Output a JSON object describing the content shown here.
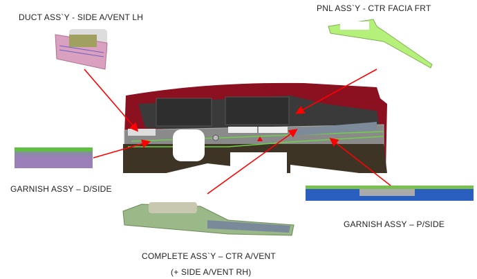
{
  "labels": {
    "duct_lh": "DUCT ASS`Y - SIDE A/VENT LH",
    "pnl_facia": "PNL ASS`Y - CTR FACIA FRT",
    "garnish_d": "GARNISH ASSY – D/SIDE",
    "garnish_p": "GARNISH ASSY – P/SIDE",
    "complete_vent": "COMPLETE ASS`Y – CTR A/VENT",
    "complete_vent_note": "(+ SIDE A/VENT RH)"
  },
  "colors": {
    "arrow": "#ff0000",
    "dash_red": "#8b1020",
    "dash_dark": "#3a3a3a",
    "dash_brown": "#3d3426",
    "part_green": "#b5f07a",
    "part_pink": "#d9a0c0",
    "garnish_blue": "#2a5fbf"
  }
}
